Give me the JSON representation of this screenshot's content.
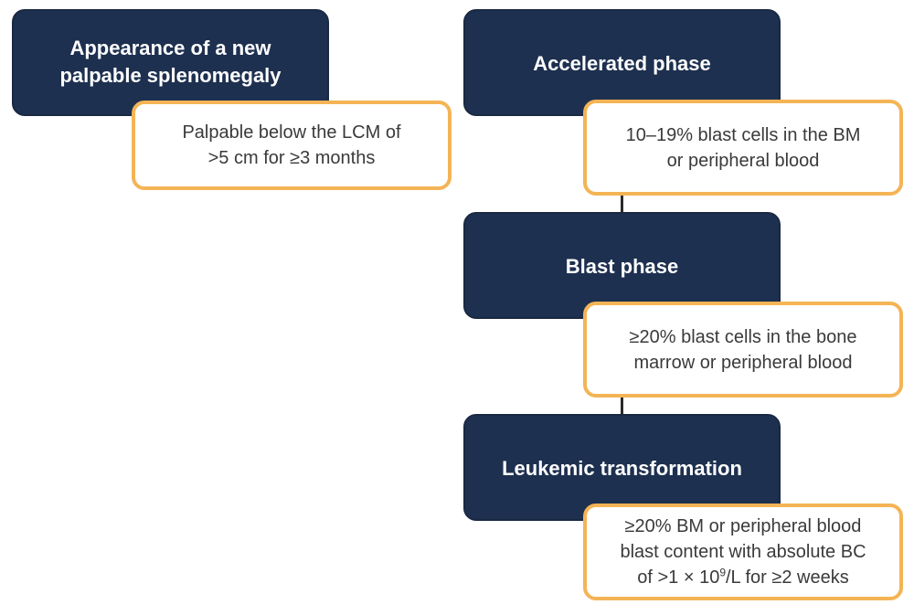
{
  "left_column": {
    "title": "Appearance of a new palpable splenomegaly",
    "title_line1": "Appearance of a new",
    "title_line2": "palpable splenomegaly",
    "detail_line1": "Palpable below the LCM of",
    "detail_line2": ">5 cm for ≥3 months"
  },
  "right_column": {
    "accelerated": {
      "title": "Accelerated phase",
      "detail_line1": "10–19% blast cells in the BM",
      "detail_line2": "or peripheral blood"
    },
    "blast": {
      "title": "Blast phase",
      "detail_line1": "≥20% blast cells in the bone",
      "detail_line2": "marrow or peripheral blood"
    },
    "leukemic": {
      "title": "Leukemic transformation",
      "detail_line1": "≥20% BM or peripheral blood",
      "detail_line2": "blast content with absolute BC",
      "detail_line3_pre": "of >1 × 10",
      "detail_line3_sup": "9",
      "detail_line3_post": "/L for ≥2 weeks"
    }
  },
  "colors": {
    "dark_box": "#1e3050",
    "accent_border": "#f4b455",
    "connector": "#2a2a2a",
    "detail_text": "#3a3a3a"
  }
}
